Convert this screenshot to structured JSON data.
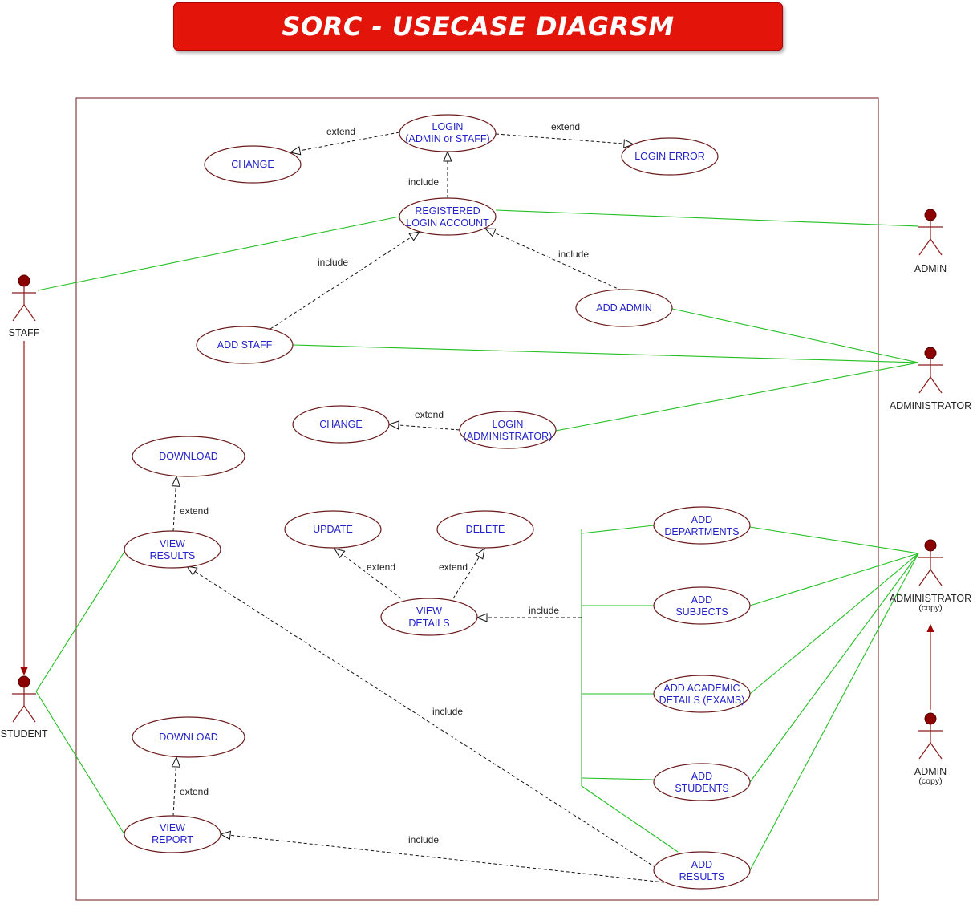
{
  "title": "SORC - USECASE DIAGRSM",
  "actors": {
    "staff": {
      "label": "STAFF",
      "sub": ""
    },
    "student": {
      "label": "STUDENT",
      "sub": ""
    },
    "admin": {
      "label": "ADMIN",
      "sub": ""
    },
    "administrator": {
      "label": "ADMINISTRATOR",
      "sub": ""
    },
    "administrator_copy": {
      "label": "ADMINISTRATOR",
      "sub": "(copy)"
    },
    "admin_copy": {
      "label": "ADMIN",
      "sub": "(copy)"
    }
  },
  "usecases": {
    "login": {
      "lines": [
        "LOGIN",
        "(ADMIN or STAFF)"
      ]
    },
    "change_top": {
      "lines": [
        "CHANGE"
      ]
    },
    "login_error": {
      "lines": [
        "LOGIN ERROR"
      ]
    },
    "registered": {
      "lines": [
        "REGISTERED",
        "LOGIN ACCOUNT"
      ]
    },
    "add_admin": {
      "lines": [
        "ADD ADMIN"
      ]
    },
    "add_staff": {
      "lines": [
        "ADD STAFF"
      ]
    },
    "change_mid": {
      "lines": [
        "CHANGE"
      ]
    },
    "login_admin": {
      "lines": [
        "LOGIN",
        "(ADMINISTRATOR)"
      ]
    },
    "download_top": {
      "lines": [
        "DOWNLOAD"
      ]
    },
    "view_results": {
      "lines": [
        "VIEW",
        "RESULTS"
      ]
    },
    "update": {
      "lines": [
        "UPDATE"
      ]
    },
    "delete": {
      "lines": [
        "DELETE"
      ]
    },
    "view_details": {
      "lines": [
        "VIEW",
        "DETAILS"
      ]
    },
    "add_departments": {
      "lines": [
        "ADD",
        "DEPARTMENTS"
      ]
    },
    "add_subjects": {
      "lines": [
        "ADD",
        "SUBJECTS"
      ]
    },
    "add_academic": {
      "lines": [
        "ADD ACADEMIC",
        "DETAILS (EXAMS)"
      ]
    },
    "add_students": {
      "lines": [
        "ADD",
        "STUDENTS"
      ]
    },
    "download_bottom": {
      "lines": [
        "DOWNLOAD"
      ]
    },
    "view_report": {
      "lines": [
        "VIEW",
        "REPORT"
      ]
    },
    "add_results": {
      "lines": [
        "ADD",
        "RESULTS"
      ]
    }
  },
  "edge_labels": {
    "extend_login_change": "extend",
    "extend_login_error": "extend",
    "include_registered_login": "include",
    "include_add_staff": "include",
    "include_add_admin": "include",
    "extend_login_admin_change": "extend",
    "extend_view_results_download": "extend",
    "extend_view_details_update": "extend",
    "extend_view_details_delete": "extend",
    "include_view_details": "include",
    "include_add_results_view_results": "include",
    "extend_view_report_download": "extend",
    "include_add_results_view_report": "include"
  },
  "colors": {
    "banner": "#e3140a",
    "association": "#22c022",
    "dependency": "#111111",
    "usecase_text": "#2222cc",
    "usecase_border": "#6b1a1a",
    "actor": "#8b0000"
  }
}
